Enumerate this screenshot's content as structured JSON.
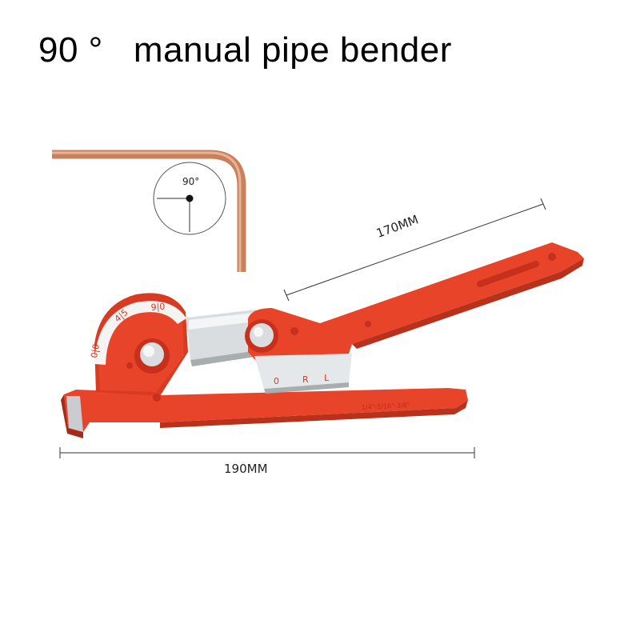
{
  "title": "90 °   manual pipe bender",
  "angle_label": "90°",
  "dimensions": {
    "handle_length": "170MM",
    "overall_length": "190MM"
  },
  "dial_marks": [
    "0|0",
    "4|5",
    "9|0"
  ],
  "slider_marks": [
    "0",
    "R",
    "L"
  ],
  "handle_engraving": "1/4\"-5/16\"-3/8\"",
  "colors": {
    "tool_red": "#e8442a",
    "tool_shadow": "#b9301b",
    "copper_pipe": "#d6906b",
    "metal": "#d9dde0"
  }
}
